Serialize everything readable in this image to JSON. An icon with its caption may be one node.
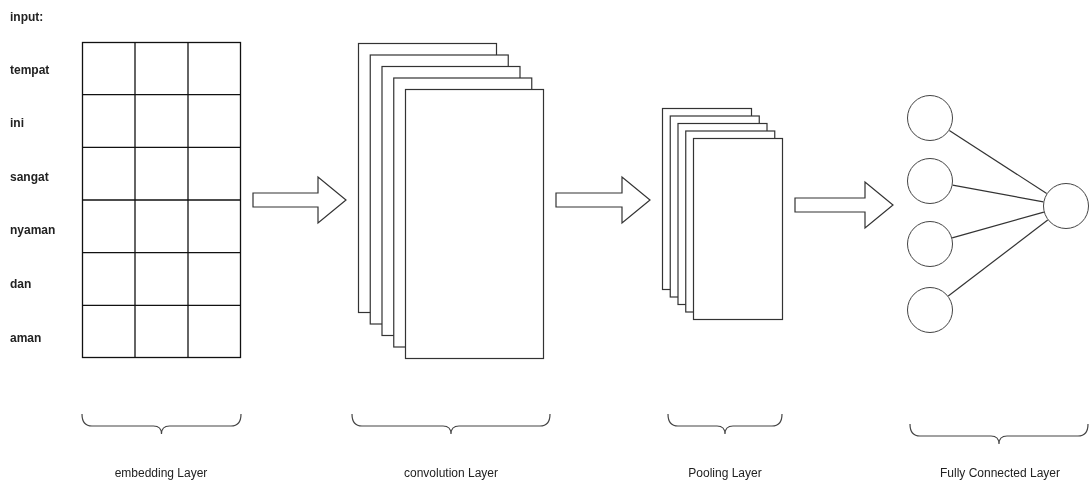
{
  "diagram": {
    "nodes": [
      {
        "text": [],
        "shape": "box"
      },
      {
        "text": [],
        "shape": "box"
      },
      {
        "text": [],
        "shape": "box"
      },
      {
        "text": [],
        "shape": "circle"
      },
      {
        "text": [],
        "shape": "circle"
      },
      {
        "text": [],
        "shape": "circle"
      },
      {
        "text": [],
        "shape": "circle"
      },
      {
        "text": [],
        "shape": "circle"
      }
    ],
    "edges": [
      {
        "from": 0,
        "to": 1,
        "arrow": "to",
        "style": "thick"
      },
      {
        "from": 1,
        "to": 2,
        "arrow": "to",
        "style": "thick"
      },
      {
        "from": 2,
        "to": null,
        "arrow": "to",
        "style": "thick"
      },
      {
        "from": 3,
        "to": 7,
        "arrow": "none"
      },
      {
        "from": 4,
        "to": 7,
        "arrow": "none"
      },
      {
        "from": 5,
        "to": 7,
        "arrow": "none"
      },
      {
        "from": 6,
        "to": 7,
        "arrow": "none"
      }
    ],
    "labels": [
      "input:",
      "tempat",
      "ini",
      "sangat",
      "nyaman",
      "dan",
      "aman",
      "embedding Layer",
      "convolution Layer",
      "Pooling Layer",
      "Fully Connected Layer"
    ]
  }
}
